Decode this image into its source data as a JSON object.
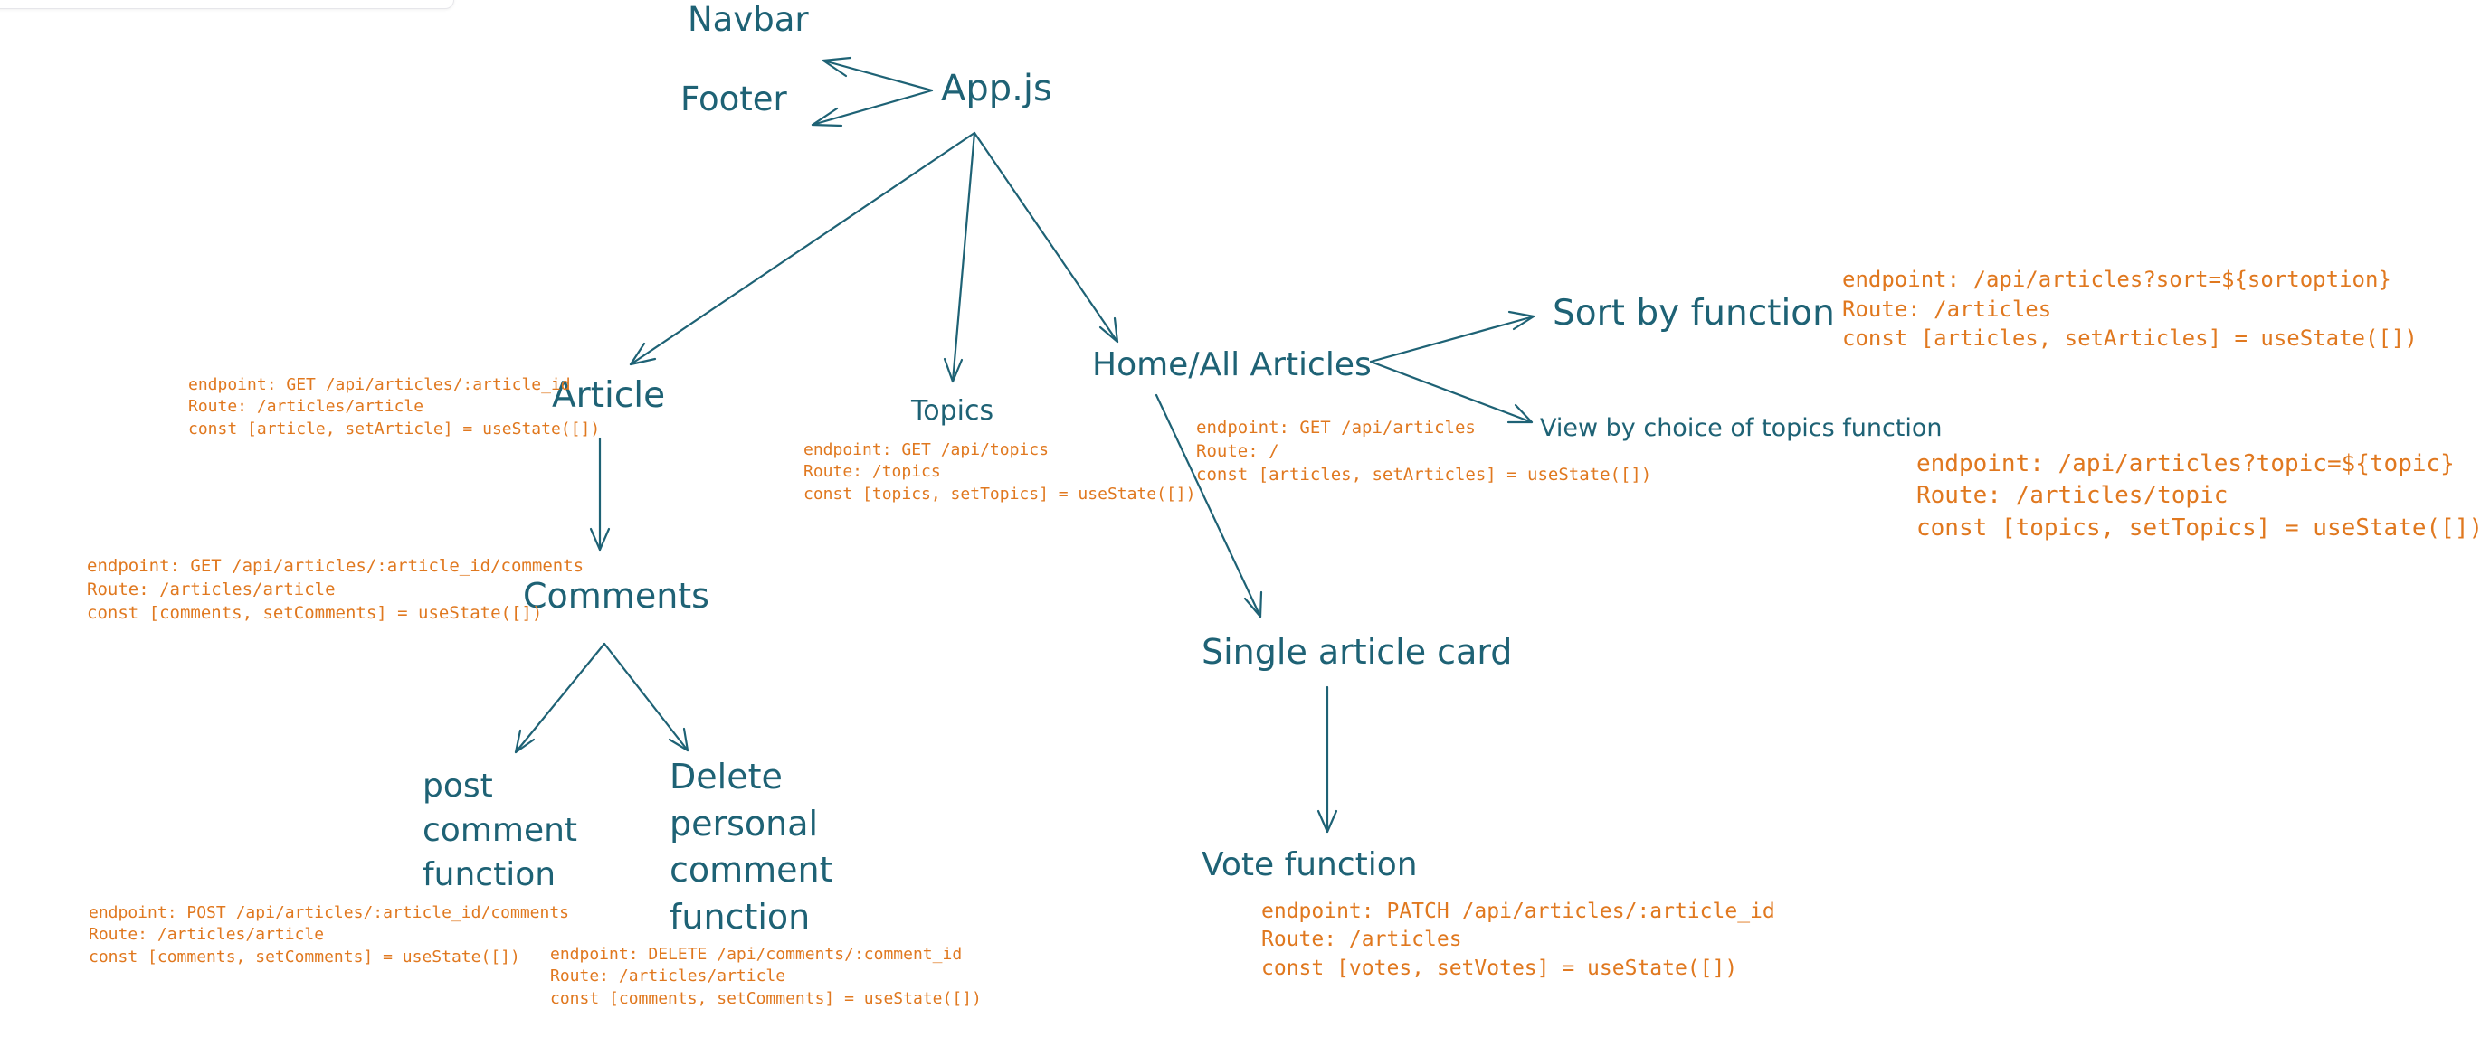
{
  "colors": {
    "node": "#1e6275",
    "note": "#e0781f",
    "background": "#ffffff"
  },
  "nodes": {
    "navbar": "Navbar",
    "footer": "Footer",
    "app": "App.js",
    "article": "Article",
    "topics": "Topics",
    "home": "Home/All Articles",
    "sort": "Sort by function",
    "view_topics": "View by choice of topics function",
    "comments": "Comments",
    "single_card": "Single article card",
    "post_comment": "post\ncomment\nfunction",
    "delete_comment": "Delete\npersonal\ncomment\nfunction",
    "vote": "Vote function"
  },
  "notes": {
    "article": "endpoint: GET /api/articles/:article_id\nRoute: /articles/article\nconst [article, setArticle] = useState([])",
    "topics": "endpoint: GET /api/topics\nRoute: /topics\nconst [topics, setTopics] = useState([])",
    "home": "endpoint: GET /api/articles\nRoute: /\nconst [articles, setArticles] = useState([])",
    "sort": "endpoint: /api/articles?sort=${sortoption}\nRoute: /articles\nconst [articles, setArticles] = useState([])",
    "view_topics": "endpoint: /api/articles?topic=${topic}\nRoute: /articles/topic\nconst [topics, setTopics] = useState([])",
    "comments": "endpoint: GET /api/articles/:article_id/comments\nRoute: /articles/article\nconst [comments, setComments] = useState([])",
    "post_comment": "endpoint: POST /api/articles/:article_id/comments\nRoute: /articles/article\nconst [comments, setComments] = useState([])",
    "delete_comment": "endpoint: DELETE /api/comments/:comment_id\nRoute: /articles/article\nconst [comments, setComments] = useState([])",
    "vote": "endpoint: PATCH /api/articles/:article_id\nRoute: /articles\nconst [votes, setVotes] = useState([])"
  }
}
